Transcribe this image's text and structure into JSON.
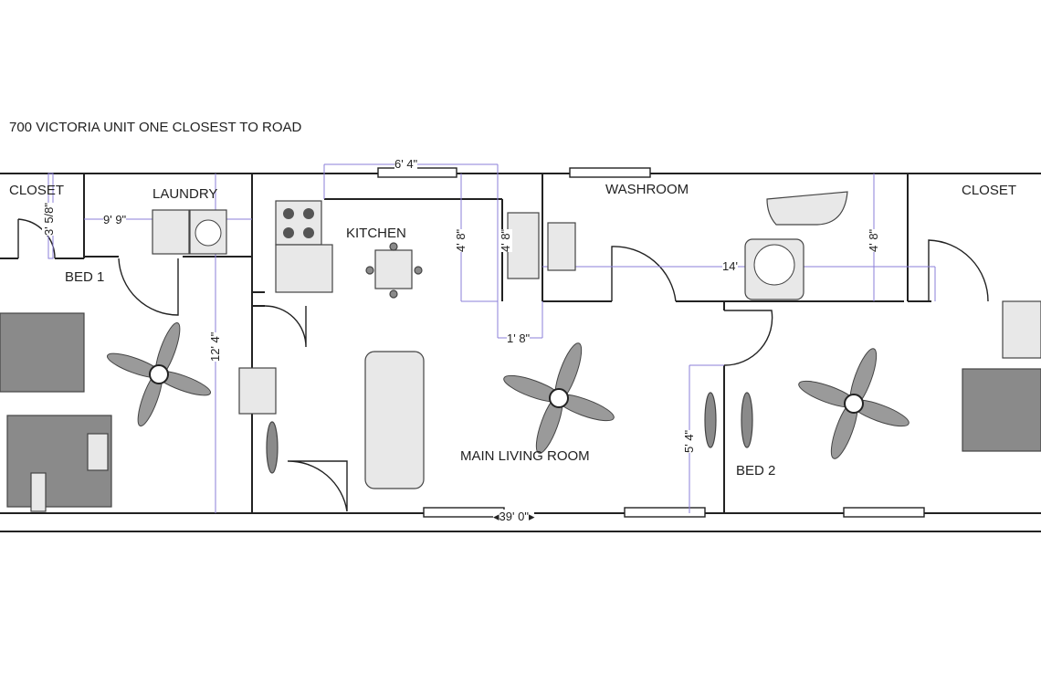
{
  "title": "700 VICTORIA UNIT ONE CLOSEST TO ROAD",
  "rooms": {
    "closet_left": "CLOSET",
    "laundry": "LAUNDRY",
    "kitchen": "KITCHEN",
    "washroom": "WASHROOM",
    "closet_right": "CLOSET",
    "bed1": "BED 1",
    "bed2": "BED 2",
    "main_living": "MAIN LIVING ROOM"
  },
  "dimensions": {
    "closet_depth": "3' 5/8\"",
    "laundry_width": "9' 9\"",
    "kitchen_width": "6' 4\"",
    "kitchen_depth": "4' 8\"",
    "sink_depth": "4' 8\"",
    "counter_gap": "1' 8\"",
    "washroom_width": "14'",
    "washroom_depth": "4' 8\"",
    "bed1_depth": "12' 4\"",
    "bed2_wall": "5' 4\"",
    "overall_length": "39' 0\""
  },
  "colors": {
    "wall": "#222222",
    "dimension_line": "#8b7fd8",
    "furniture_fill": "#8a8a8a"
  }
}
